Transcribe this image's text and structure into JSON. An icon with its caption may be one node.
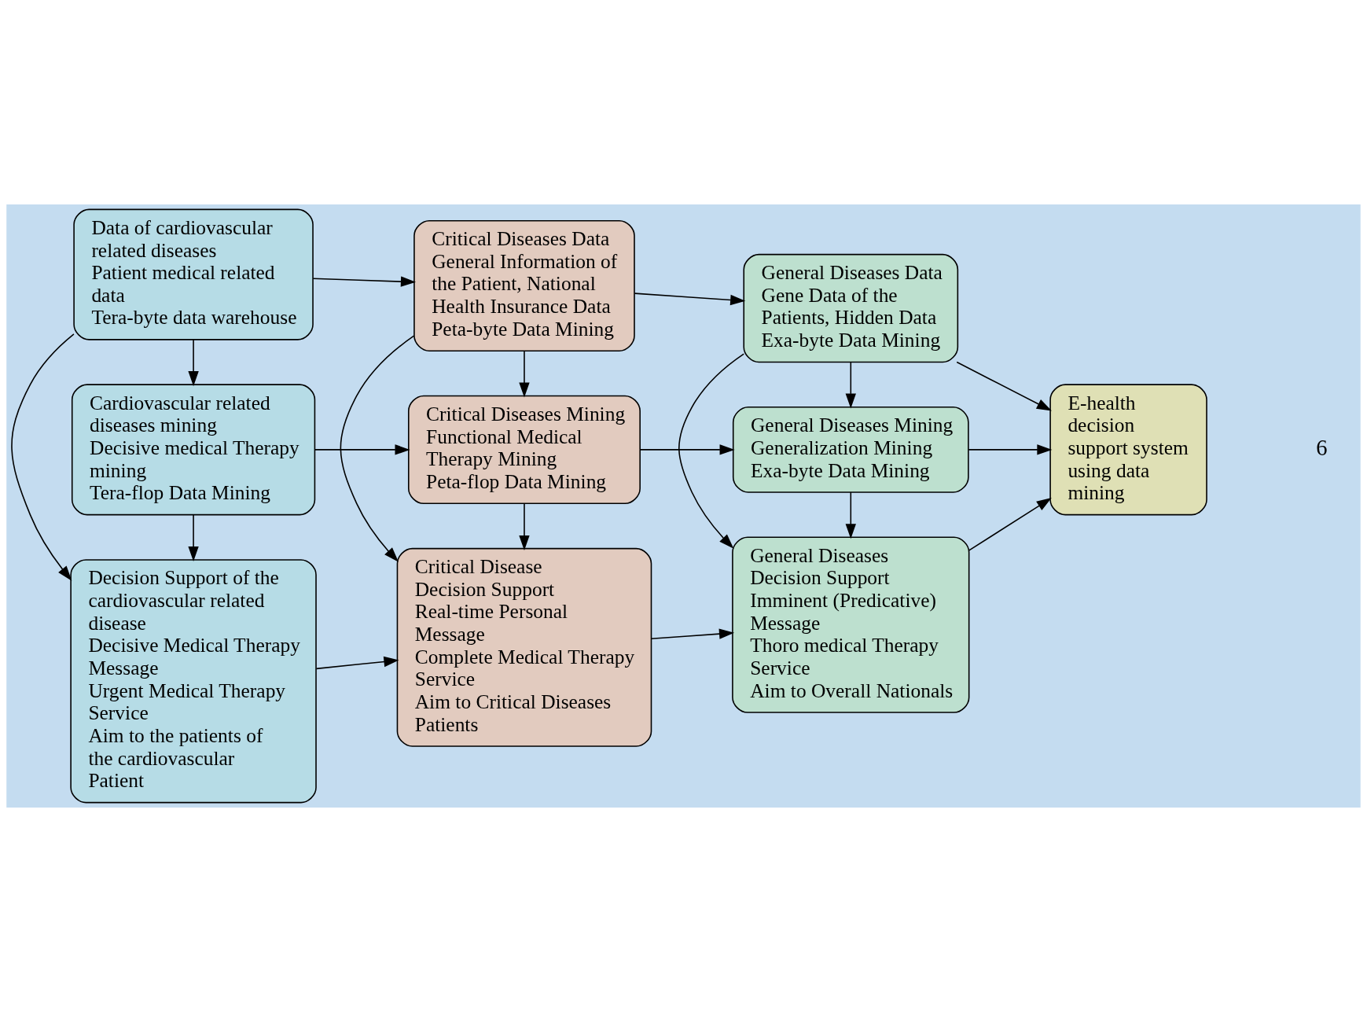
{
  "diagram": {
    "nodes": [
      {
        "text": [
          "Data of cardiovascular related diseases",
          "Patient medical related data",
          "Tera-byte data warehouse"
        ]
      },
      {
        "text": [
          "Critical Diseases Data",
          "General Information of the Patient, National Health Insurance Data",
          "Peta-byte Data Mining"
        ]
      },
      {
        "text": [
          "General Diseases Data",
          "Gene Data of the Patients, Hidden Data",
          "Exa-byte Data Mining"
        ]
      },
      {
        "text": [
          "Cardiovascular related diseases mining",
          "Decisive medical Therapy mining",
          "Tera-flop Data Mining"
        ]
      },
      {
        "text": [
          "Critical Diseases Mining",
          "Functional Medical Therapy Mining",
          "Peta-flop Data Mining"
        ]
      },
      {
        "text": [
          "General Diseases Mining",
          "Generalization Mining",
          "Exa-byte Data Mining"
        ]
      },
      {
        "text": [
          "Decision Support of the cardiovascular related disease",
          "Decisive Medical Therapy Message",
          "Urgent Medical Therapy Service",
          "Aim to the patients of the cardiovascular Patient"
        ]
      },
      {
        "text": [
          "Critical Disease Decision Support",
          "Real-time Personal Message",
          "Complete Medical Therapy Service",
          "Aim to Critical Diseases Patients"
        ]
      },
      {
        "text": [
          "General Diseases Decision Support",
          "Imminent (Predicative) Message",
          "Thoro medical Therapy Service",
          "Aim to Overall Nationals"
        ]
      },
      {
        "text": [
          "E-health decision support system using data mining"
        ]
      }
    ],
    "edges": [
      {
        "from": 0,
        "to": 1,
        "arrow": "to"
      },
      {
        "from": 0,
        "to": 3,
        "arrow": "to"
      },
      {
        "from": 0,
        "to": 6,
        "arrow": "to"
      },
      {
        "from": 1,
        "to": 2,
        "arrow": "to"
      },
      {
        "from": 1,
        "to": 4,
        "arrow": "to"
      },
      {
        "from": 1,
        "to": 7,
        "arrow": "to"
      },
      {
        "from": 2,
        "to": 5,
        "arrow": "to"
      },
      {
        "from": 2,
        "to": 9,
        "arrow": "to"
      },
      {
        "from": 2,
        "to": 8,
        "arrow": "to"
      },
      {
        "from": 3,
        "to": 4,
        "arrow": "to"
      },
      {
        "from": 3,
        "to": 6,
        "arrow": "to"
      },
      {
        "from": 4,
        "to": 5,
        "arrow": "to"
      },
      {
        "from": 4,
        "to": 7,
        "arrow": "to"
      },
      {
        "from": 5,
        "to": 9,
        "arrow": "to"
      },
      {
        "from": 5,
        "to": 8,
        "arrow": "to"
      },
      {
        "from": 6,
        "to": 7,
        "arrow": "to"
      },
      {
        "from": 7,
        "to": 8,
        "arrow": "to"
      },
      {
        "from": 8,
        "to": 9,
        "arrow": "to"
      }
    ],
    "labels": [
      "6"
    ]
  }
}
